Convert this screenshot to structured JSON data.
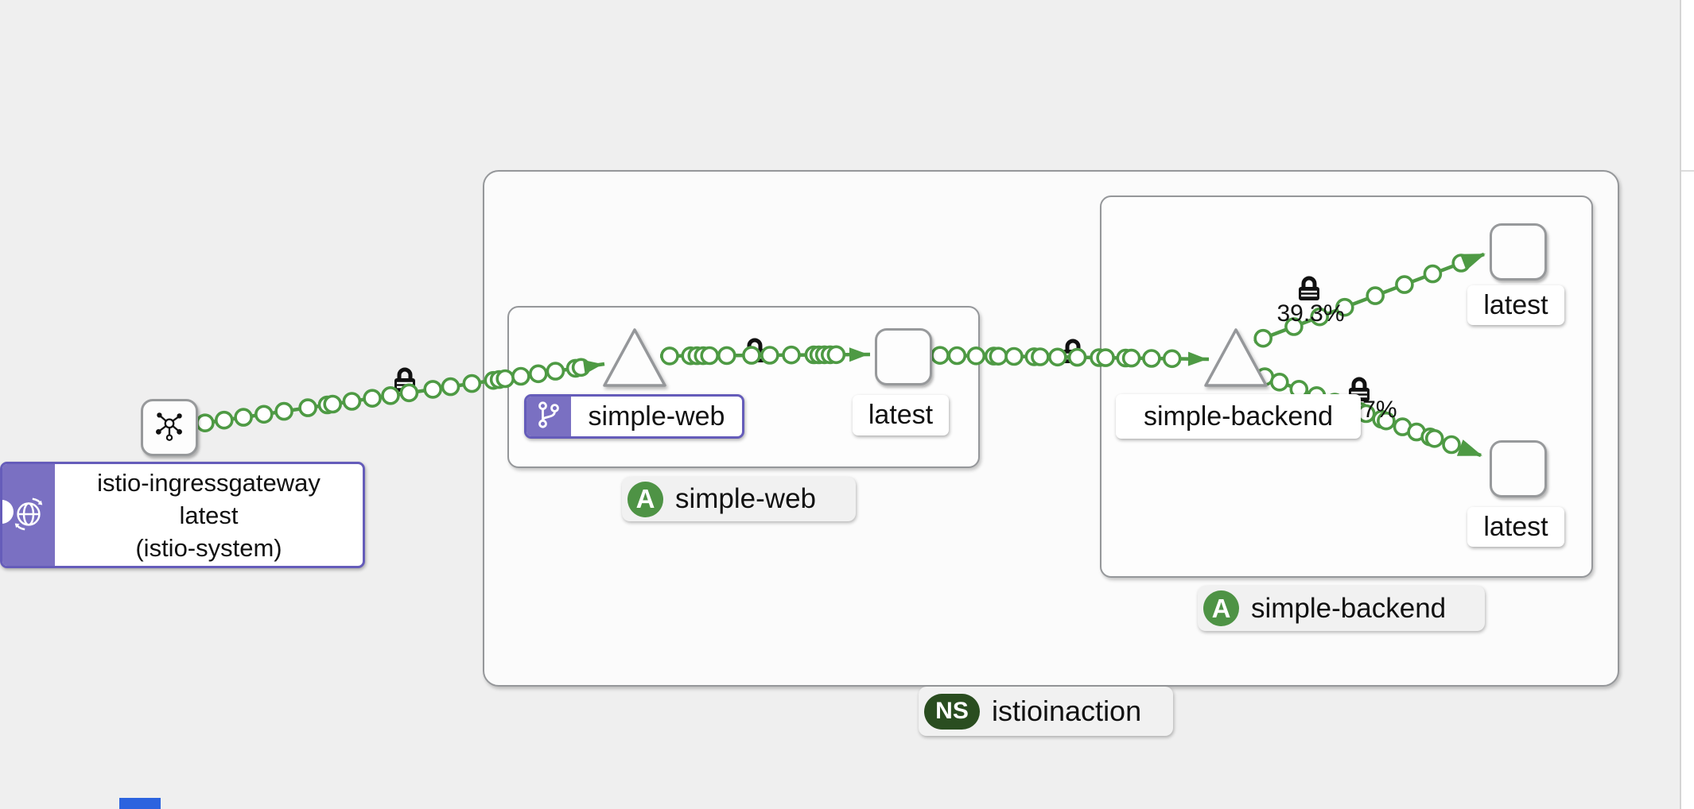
{
  "view": {
    "name": "kiali-traffic-graph"
  },
  "colors": {
    "background": "#efefef",
    "edge_green": "#4e9a44",
    "node_border": "#97999b",
    "purple_accent": "#7a70c2",
    "purple_border": "#655cba",
    "app_badge_green": "#4e9345",
    "namespace_badge_green": "#2a4d20",
    "label_bg": "#ffffff",
    "badge_bg": "#f1f1f1",
    "lock_black": "#111111",
    "panel_divider": "#d4d4d4",
    "artifact_blue": "#2c63df"
  },
  "gateway": {
    "lines": [
      "istio-ingressgateway",
      "latest",
      "(istio-system)"
    ],
    "icons": {
      "node": "mesh-icon",
      "label": "globe-arrows-icon"
    }
  },
  "simple_web": {
    "service_label": "simple-web",
    "service_label_icon": "code-branch-icon",
    "workload_label": "latest",
    "app_badge": {
      "abbrev": "A",
      "label": "simple-web"
    }
  },
  "simple_backend": {
    "service_label": "simple-backend",
    "workloads": [
      {
        "label": "latest"
      },
      {
        "label": "latest"
      }
    ],
    "app_badge": {
      "abbrev": "A",
      "label": "simple-backend"
    }
  },
  "namespace_badge": {
    "abbrev": "NS",
    "label": "istioinaction"
  },
  "edge_labels": {
    "to_latest_top": "39.3%",
    "to_latest_bottom": "60.7%"
  },
  "security": {
    "mtls_icon": "lock-icon",
    "mtls_lock_count": 5
  }
}
